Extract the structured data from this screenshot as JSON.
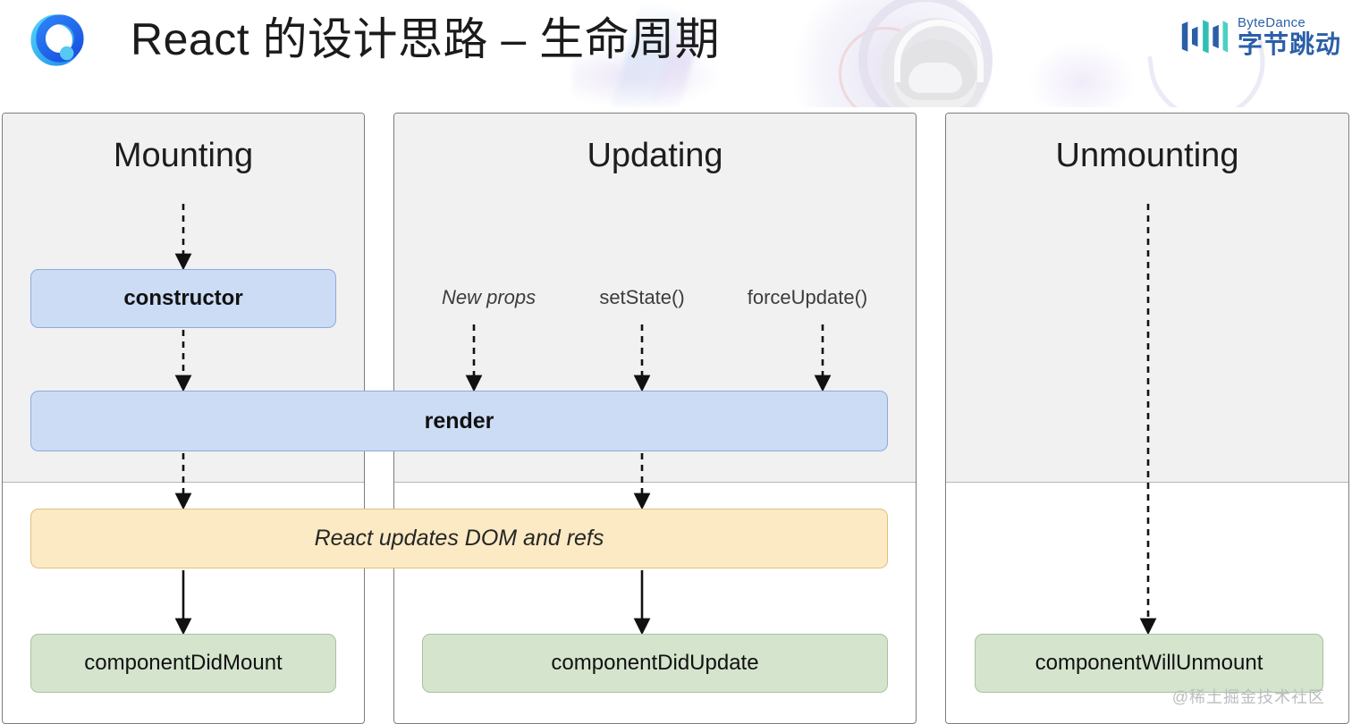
{
  "header": {
    "title": "React 的设计思路 – 生命周期",
    "left_logo_icon": "qq-browser-logo-icon",
    "brand": {
      "mark_icon": "bytedance-bars-icon",
      "english": "ByteDance",
      "chinese": "字节跳动",
      "color": "#2b5fa8"
    }
  },
  "diagram": {
    "type": "flowchart",
    "columns": [
      {
        "id": "mounting",
        "title": "Mounting",
        "nodes": [
          "constructor",
          "render",
          "React updates DOM and refs",
          "componentDidMount"
        ]
      },
      {
        "id": "updating",
        "title": "Updating",
        "triggers": [
          "New props",
          "setState()",
          "forceUpdate()"
        ],
        "nodes": [
          "render",
          "React updates DOM and refs",
          "componentDidUpdate"
        ]
      },
      {
        "id": "unmounting",
        "title": "Unmounting",
        "nodes": [
          "componentWillUnmount"
        ]
      }
    ],
    "nodes": {
      "constructor": "constructor",
      "render": "render",
      "react_updates": "React updates DOM and refs",
      "component_did_mount": "componentDidMount",
      "component_did_update": "componentDidUpdate",
      "component_will_unmount": "componentWillUnmount"
    },
    "triggers": {
      "new_props": "New props",
      "set_state": "setState()",
      "force_update": "forceUpdate()"
    },
    "colors": {
      "render_phase_bg": "#f1f1f1",
      "commit_phase_bg": "#ffffff",
      "blue_node": "#ccdcf5",
      "blue_node_border": "#8eaadd",
      "green_node": "#d4e4cd",
      "green_node_border": "#a8c39c",
      "amber_node": "#fbeac3",
      "amber_node_border": "#dfc07c",
      "panel_border": "#7d7d7d"
    }
  },
  "watermark": "@稀土掘金技术社区"
}
